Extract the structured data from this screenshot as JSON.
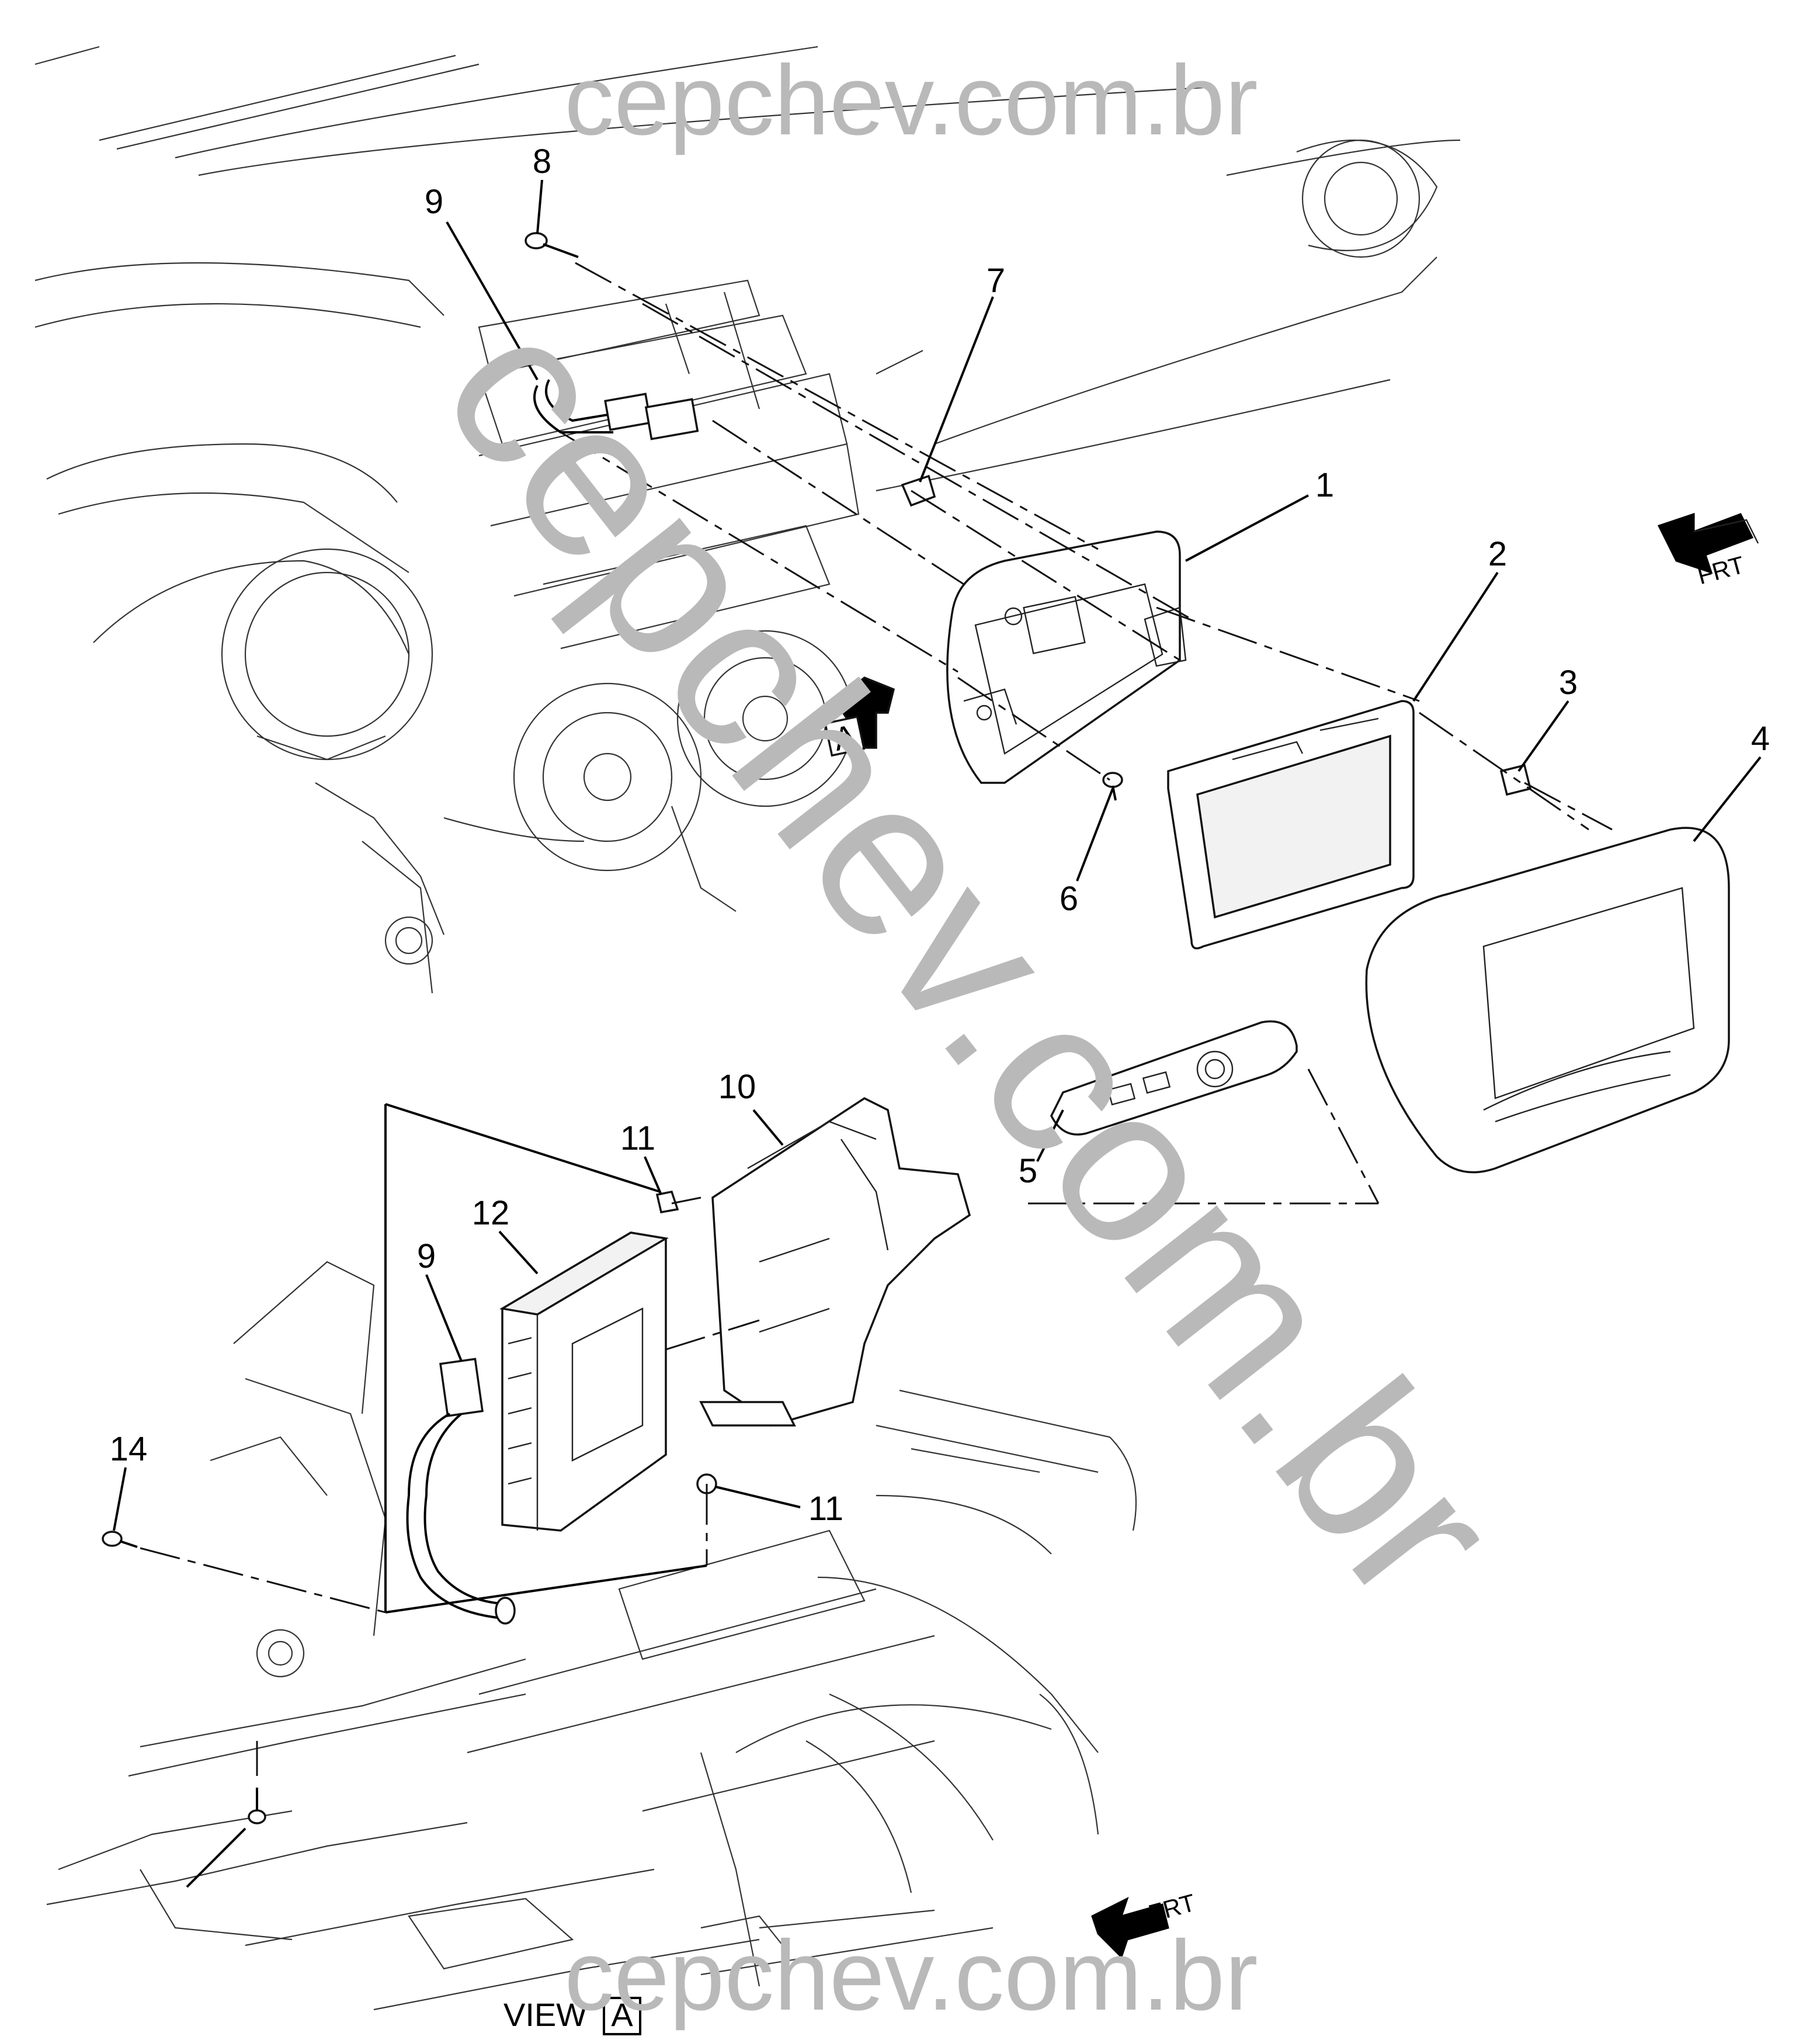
{
  "watermarks": {
    "top": "cepchev.com.br",
    "diagonal": "cepchev.com.br",
    "bottom": "cepchev.com.br"
  },
  "callouts": [
    {
      "id": "c1",
      "label": "1"
    },
    {
      "id": "c2",
      "label": "2"
    },
    {
      "id": "c3",
      "label": "3"
    },
    {
      "id": "c4",
      "label": "4"
    },
    {
      "id": "c5",
      "label": "5"
    },
    {
      "id": "c6",
      "label": "6"
    },
    {
      "id": "c7",
      "label": "7"
    },
    {
      "id": "c8",
      "label": "8"
    },
    {
      "id": "c9a",
      "label": "9"
    },
    {
      "id": "c9b",
      "label": "9"
    },
    {
      "id": "c10",
      "label": "10"
    },
    {
      "id": "c11a",
      "label": "11"
    },
    {
      "id": "c11b",
      "label": "11"
    },
    {
      "id": "c12",
      "label": "12"
    },
    {
      "id": "c14",
      "label": "14"
    }
  ],
  "view_marker": {
    "letter": "A"
  },
  "view_label": {
    "prefix": "VIEW",
    "letter": "A"
  },
  "frt_top": {
    "text": "FRT"
  },
  "frt_bottom": {
    "text": "FRT"
  },
  "colors": {
    "ink": "#000000",
    "watermark": "#b9b9b9"
  }
}
